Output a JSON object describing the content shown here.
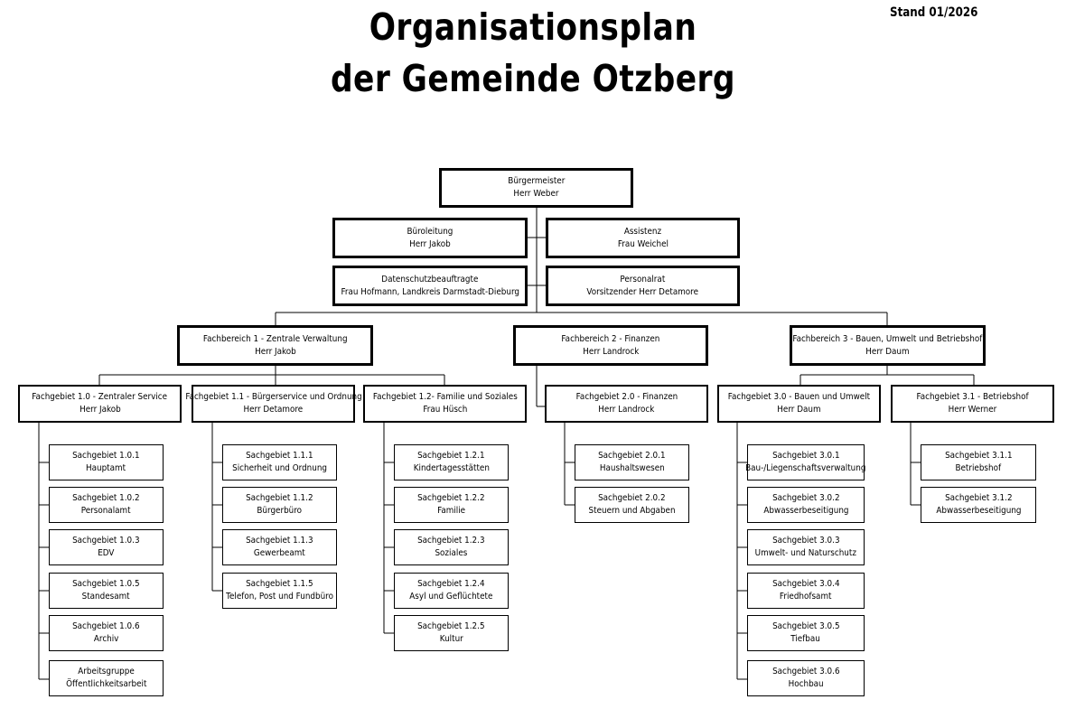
{
  "header": {
    "title_line1": "Organisationsplan",
    "title_line2": "der Gemeinde Otzberg",
    "stand": "Stand 01/2026"
  },
  "top": {
    "buergermeister": {
      "title": "Bürgermeister",
      "person": "Herr Weber"
    },
    "bueroleitung": {
      "title": "Büroleitung",
      "person": "Herr Jakob"
    },
    "assistenz": {
      "title": "Assistenz",
      "person": "Frau Weichel"
    },
    "datenschutz": {
      "title": "Datenschutzbeauftragte",
      "person": "Frau Hofmann, Landkreis Darmstadt-Dieburg"
    },
    "personalrat": {
      "title": "Personalrat",
      "person": "Vorsitzender Herr Detamore"
    }
  },
  "fachbereiche": [
    {
      "title": "Fachbereich 1 - Zentrale Verwaltung",
      "person": "Herr Jakob"
    },
    {
      "title": "Fachbereich 2 - Finanzen",
      "person": "Herr Landrock"
    },
    {
      "title": "Fachbereich 3 - Bauen, Umwelt und Betriebshof",
      "person": "Herr Daum"
    }
  ],
  "fachgebiete": [
    {
      "title": "Fachgebiet 1.0 -  Zentraler Service",
      "person": "Herr Jakob",
      "items": [
        {
          "title": "Sachgebiet 1.0.1",
          "name": "Hauptamt"
        },
        {
          "title": "Sachgebiet 1.0.2",
          "name": "Personalamt"
        },
        {
          "title": "Sachgebiet 1.0.3",
          "name": "EDV"
        },
        {
          "title": "Sachgebiet 1.0.5",
          "name": "Standesamt"
        },
        {
          "title": "Sachgebiet 1.0.6",
          "name": "Archiv"
        },
        {
          "title": "Arbeitsgruppe",
          "name": "Öffentlichkeitsarbeit"
        }
      ]
    },
    {
      "title": "Fachgebiet 1.1 - Bürgerservice und Ordnung",
      "person": "Herr Detamore",
      "items": [
        {
          "title": "Sachgebiet 1.1.1",
          "name": "Sicherheit und Ordnung"
        },
        {
          "title": "Sachgebiet 1.1.2",
          "name": "Bürgerbüro"
        },
        {
          "title": "Sachgebiet 1.1.3",
          "name": "Gewerbeamt"
        },
        {
          "title": "Sachgebiet 1.1.5",
          "name": "Telefon, Post und Fundbüro"
        }
      ]
    },
    {
      "title": "Fachgebiet 1.2- Familie und Soziales",
      "person": "Frau Hüsch",
      "items": [
        {
          "title": "Sachgebiet 1.2.1",
          "name": "Kindertagesstätten"
        },
        {
          "title": "Sachgebiet 1.2.2",
          "name": "Familie"
        },
        {
          "title": "Sachgebiet 1.2.3",
          "name": "Soziales"
        },
        {
          "title": "Sachgebiet 1.2.4",
          "name": "Asyl und Geflüchtete"
        },
        {
          "title": "Sachgebiet 1.2.5",
          "name": "Kultur"
        }
      ]
    },
    {
      "title": "Fachgebiet 2.0 - Finanzen",
      "person": "Herr Landrock",
      "items": [
        {
          "title": "Sachgebiet 2.0.1",
          "name": "Haushaltswesen"
        },
        {
          "title": "Sachgebiet 2.0.2",
          "name": "Steuern und Abgaben"
        }
      ]
    },
    {
      "title": "Fachgebiet 3.0 - Bauen und Umwelt",
      "person": "Herr Daum",
      "items": [
        {
          "title": "Sachgebiet 3.0.1",
          "name": "Bau-/Liegenschaftsverwaltung"
        },
        {
          "title": "Sachgebiet 3.0.2",
          "name": "Abwasserbeseitigung"
        },
        {
          "title": "Sachgebiet 3.0.3",
          "name": "Umwelt- und Naturschutz"
        },
        {
          "title": "Sachgebiet 3.0.4",
          "name": "Friedhofsamt"
        },
        {
          "title": "Sachgebiet 3.0.5",
          "name": "Tiefbau"
        },
        {
          "title": "Sachgebiet 3.0.6",
          "name": "Hochbau"
        }
      ]
    },
    {
      "title": "Fachgebiet 3.1 - Betriebshof",
      "person": "Herr Werner",
      "items": [
        {
          "title": "Sachgebiet 3.1.1",
          "name": "Betriebshof"
        },
        {
          "title": "Sachgebiet 3.1.2",
          "name": "Abwasserbeseitigung"
        }
      ]
    }
  ]
}
